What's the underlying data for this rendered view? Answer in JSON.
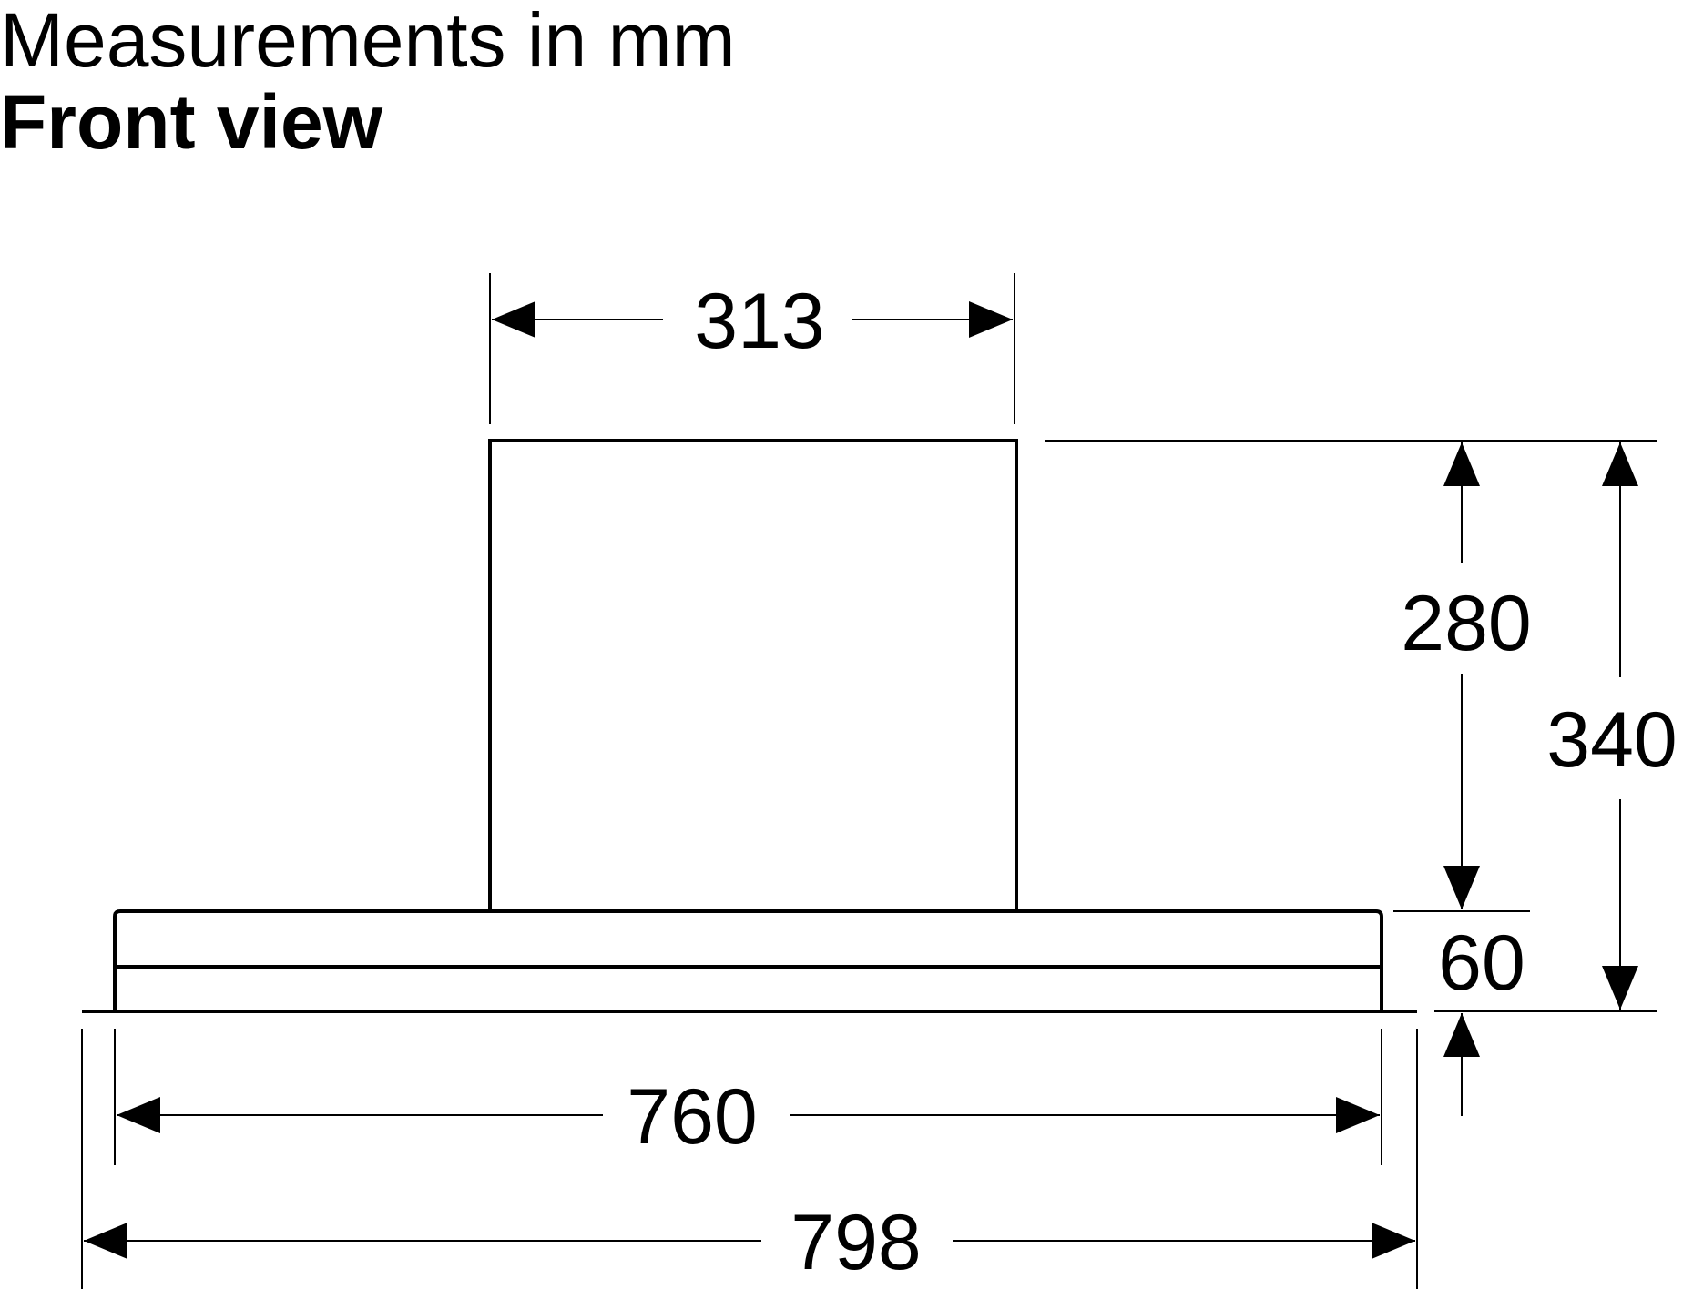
{
  "header": {
    "unit_line": "Measurements in mm",
    "view_line": "Front view"
  },
  "dimensions": {
    "chimney_width": "313",
    "chimney_height": "280",
    "total_height": "340",
    "canopy_height": "60",
    "inner_width": "760",
    "outer_width": "798"
  },
  "colors": {
    "line": "#000000",
    "background": "#ffffff"
  }
}
